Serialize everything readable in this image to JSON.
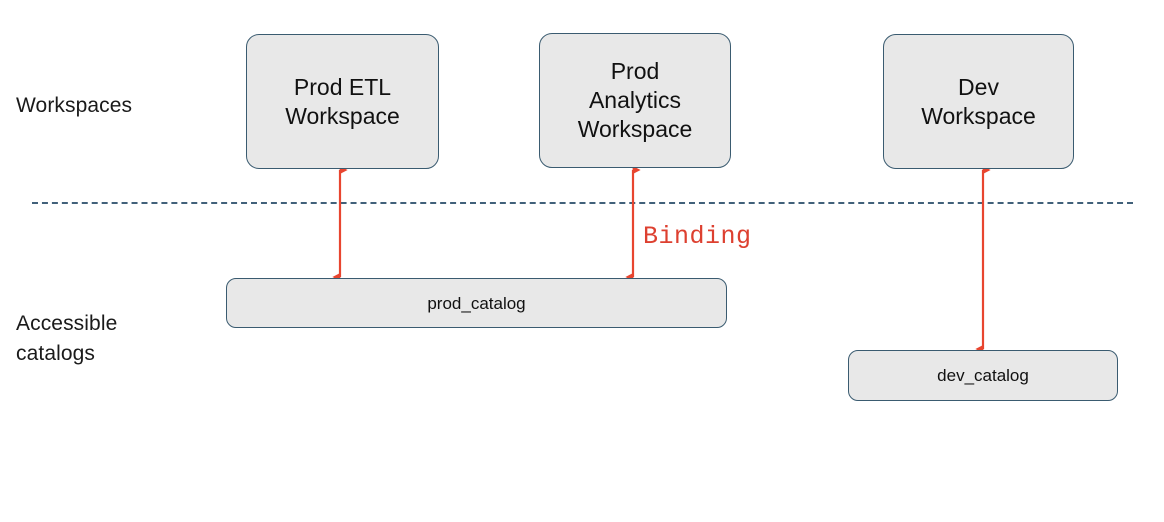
{
  "diagram": {
    "title": "Workspace catalog binding diagram",
    "background_color": "#ffffff",
    "node_fill": "#e8e8e8",
    "node_border": "#3a5b70",
    "arrow_color": "#e8452f",
    "divider_color": "#41617a",
    "annotation_color": "#dd4030"
  },
  "row_labels": {
    "workspaces": "Workspaces",
    "catalogs": "Accessible\ncatalogs"
  },
  "workspaces": [
    {
      "id": "prod-etl",
      "label": "Prod ETL\nWorkspace"
    },
    {
      "id": "prod-analytics",
      "label": "Prod\nAnalytics\nWorkspace"
    },
    {
      "id": "dev-workspace",
      "label": "Dev\nWorkspace"
    }
  ],
  "catalogs": [
    {
      "id": "prod-catalog",
      "label": "prod_catalog"
    },
    {
      "id": "dev-catalog",
      "label": "dev_catalog"
    }
  ],
  "connections": [
    {
      "from": "prod-etl",
      "to": "prod-catalog",
      "type": "bidirectional"
    },
    {
      "from": "prod-analytics",
      "to": "prod-catalog",
      "type": "bidirectional"
    },
    {
      "from": "dev-workspace",
      "to": "dev-catalog",
      "type": "bidirectional"
    }
  ],
  "annotations": {
    "binding": "Binding"
  }
}
